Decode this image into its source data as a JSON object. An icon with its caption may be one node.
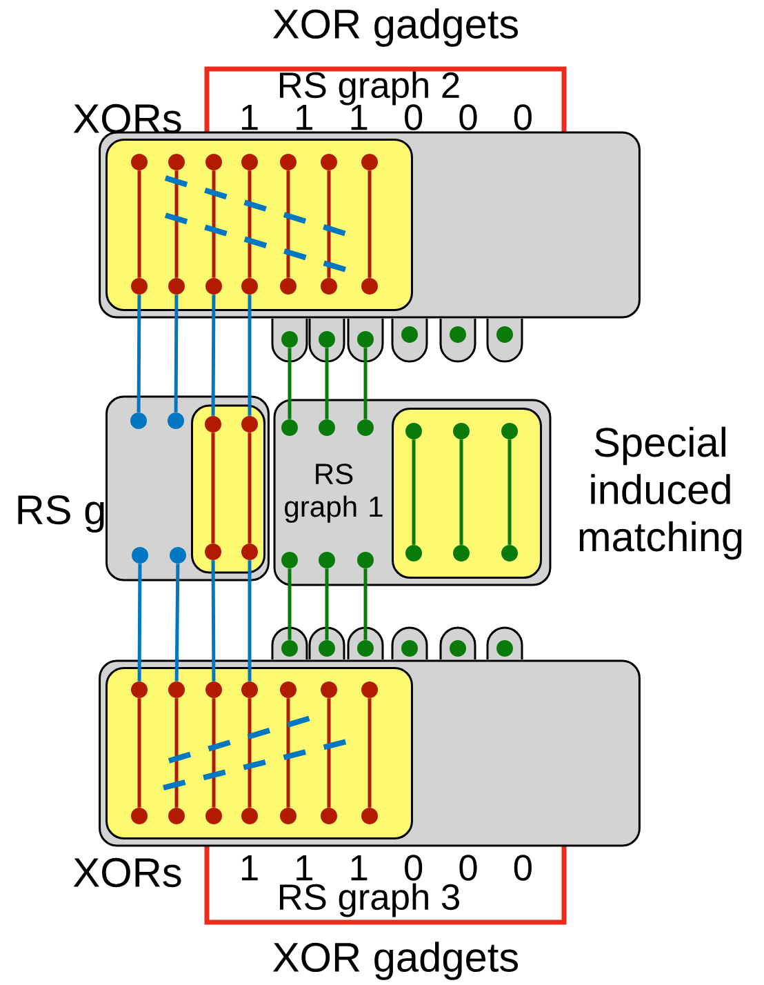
{
  "diagram": {
    "nodes": [
      {
        "text": [
          "XOR gadgets"
        ]
      },
      {
        "text": [],
        "shape": "box"
      },
      {
        "text": [],
        "shape": "box",
        "in": 1
      },
      {
        "text": [],
        "shape": "circle",
        "in": 2
      },
      {
        "text": [],
        "shape": "circle",
        "in": 2
      },
      {
        "text": [],
        "shape": "circle",
        "in": 2
      },
      {
        "text": [],
        "shape": "circle",
        "in": 2
      },
      {
        "text": [],
        "shape": "circle",
        "in": 2
      },
      {
        "text": [],
        "shape": "circle",
        "in": 2
      },
      {
        "text": [],
        "shape": "circle",
        "in": 2
      },
      {
        "text": [],
        "shape": "circle",
        "in": 2
      },
      {
        "text": [],
        "shape": "circle",
        "in": 2
      },
      {
        "text": [],
        "shape": "circle",
        "in": 2
      },
      {
        "text": [],
        "shape": "circle",
        "in": 2
      },
      {
        "text": [],
        "shape": "circle",
        "in": 2
      },
      {
        "text": [],
        "shape": "circle",
        "in": 2
      },
      {
        "text": [],
        "shape": "circle",
        "in": 2
      },
      {
        "text": [],
        "shape": "box"
      },
      {
        "text": [],
        "shape": "box"
      },
      {
        "text": [],
        "shape": "box"
      },
      {
        "text": [],
        "shape": "box"
      },
      {
        "text": [],
        "shape": "box"
      },
      {
        "text": [],
        "shape": "box"
      },
      {
        "text": [],
        "shape": "circle",
        "in": 17
      },
      {
        "text": [],
        "shape": "circle",
        "in": 18
      },
      {
        "text": [],
        "shape": "circle",
        "in": 19
      },
      {
        "text": [],
        "shape": "circle",
        "in": 20
      },
      {
        "text": [],
        "shape": "circle",
        "in": 21
      },
      {
        "text": [],
        "shape": "circle",
        "in": 22
      },
      {
        "text": [],
        "shape": "box"
      },
      {
        "text": [],
        "shape": "box"
      },
      {
        "text": [],
        "shape": "box",
        "in": 29
      },
      {
        "text": [],
        "shape": "circle",
        "in": 29
      },
      {
        "text": [],
        "shape": "circle",
        "in": 29
      },
      {
        "text": [],
        "shape": "circle",
        "in": 29
      },
      {
        "text": [],
        "shape": "circle",
        "in": 29
      },
      {
        "text": [],
        "shape": "circle",
        "in": 31
      },
      {
        "text": [],
        "shape": "circle",
        "in": 31
      },
      {
        "text": [],
        "shape": "circle",
        "in": 31
      },
      {
        "text": [],
        "shape": "circle",
        "in": 31
      },
      {
        "text": [],
        "shape": "circle",
        "in": 30
      },
      {
        "text": [],
        "shape": "circle",
        "in": 30
      },
      {
        "text": [],
        "shape": "circle",
        "in": 30
      },
      {
        "text": [],
        "shape": "circle",
        "in": 30
      },
      {
        "text": [],
        "shape": "circle",
        "in": 30
      },
      {
        "text": [],
        "shape": "circle",
        "in": 30
      },
      {
        "text": [],
        "shape": "box",
        "in": 30
      },
      {
        "text": [],
        "shape": "circle",
        "in": 46
      },
      {
        "text": [],
        "shape": "circle",
        "in": 46
      },
      {
        "text": [],
        "shape": "circle",
        "in": 46
      },
      {
        "text": [],
        "shape": "circle",
        "in": 46
      },
      {
        "text": [],
        "shape": "circle",
        "in": 46
      },
      {
        "text": [],
        "shape": "circle",
        "in": 46
      },
      {
        "text": [],
        "shape": "box"
      },
      {
        "text": [],
        "shape": "box"
      },
      {
        "text": [],
        "shape": "box"
      },
      {
        "text": [],
        "shape": "box"
      },
      {
        "text": [],
        "shape": "box"
      },
      {
        "text": [],
        "shape": "box"
      },
      {
        "text": [],
        "shape": "circle",
        "in": 53
      },
      {
        "text": [],
        "shape": "circle",
        "in": 54
      },
      {
        "text": [],
        "shape": "circle",
        "in": 55
      },
      {
        "text": [],
        "shape": "circle",
        "in": 56
      },
      {
        "text": [],
        "shape": "circle",
        "in": 57
      },
      {
        "text": [],
        "shape": "circle",
        "in": 58
      },
      {
        "text": [],
        "shape": "box"
      },
      {
        "text": [],
        "shape": "box",
        "in": 65
      },
      {
        "text": [],
        "shape": "circle",
        "in": 66
      },
      {
        "text": [],
        "shape": "circle",
        "in": 66
      },
      {
        "text": [],
        "shape": "circle",
        "in": 66
      },
      {
        "text": [],
        "shape": "circle",
        "in": 66
      },
      {
        "text": [],
        "shape": "circle",
        "in": 66
      },
      {
        "text": [],
        "shape": "circle",
        "in": 66
      },
      {
        "text": [],
        "shape": "circle",
        "in": 66
      },
      {
        "text": [],
        "shape": "circle",
        "in": 66
      },
      {
        "text": [],
        "shape": "circle",
        "in": 66
      },
      {
        "text": [],
        "shape": "circle",
        "in": 66
      },
      {
        "text": [],
        "shape": "circle",
        "in": 66
      },
      {
        "text": [],
        "shape": "circle",
        "in": 66
      },
      {
        "text": [],
        "shape": "circle",
        "in": 66
      },
      {
        "text": [],
        "shape": "circle",
        "in": 66
      },
      {
        "text": [
          "XOR gadgets"
        ]
      }
    ],
    "edges": [
      {
        "from": 3,
        "to": 10,
        "arrow": "none"
      },
      {
        "from": 4,
        "to": 11,
        "arrow": "none"
      },
      {
        "from": 5,
        "to": 12,
        "arrow": "none"
      },
      {
        "from": 6,
        "to": 13,
        "arrow": "none"
      },
      {
        "from": 7,
        "to": 14,
        "arrow": "none"
      },
      {
        "from": 8,
        "to": 15,
        "arrow": "none"
      },
      {
        "from": 9,
        "to": 16,
        "arrow": "none"
      },
      {
        "from": 10,
        "to": 32,
        "arrow": "none",
        "color": "#0077c0"
      },
      {
        "from": 11,
        "to": 33,
        "arrow": "none",
        "color": "#0077c0"
      },
      {
        "from": 12,
        "to": 36,
        "arrow": "none",
        "color": "#0077c0"
      },
      {
        "from": 13,
        "to": 37,
        "arrow": "none",
        "color": "#0077c0"
      },
      {
        "from": 23,
        "to": 40,
        "arrow": "none",
        "color": "#0a7a0a"
      },
      {
        "from": 24,
        "to": 41,
        "arrow": "none",
        "color": "#0a7a0a"
      },
      {
        "from": 25,
        "to": 42,
        "arrow": "none",
        "color": "#0a7a0a"
      },
      {
        "from": 36,
        "to": 38,
        "arrow": "none"
      },
      {
        "from": 37,
        "to": 39,
        "arrow": "none"
      },
      {
        "from": 47,
        "to": 50,
        "arrow": "none",
        "color": "#0a7a0a"
      },
      {
        "from": 48,
        "to": 51,
        "arrow": "none",
        "color": "#0a7a0a"
      },
      {
        "from": 49,
        "to": 52,
        "arrow": "none",
        "color": "#0a7a0a"
      },
      {
        "from": 43,
        "to": 59,
        "arrow": "none",
        "color": "#0a7a0a"
      },
      {
        "from": 44,
        "to": 60,
        "arrow": "none",
        "color": "#0a7a0a"
      },
      {
        "from": 45,
        "to": 61,
        "arrow": "none",
        "color": "#0a7a0a"
      },
      {
        "from": 34,
        "to": 67,
        "arrow": "none",
        "color": "#0077c0"
      },
      {
        "from": 35,
        "to": 68,
        "arrow": "none",
        "color": "#0077c0"
      },
      {
        "from": 38,
        "to": 69,
        "arrow": "none",
        "color": "#0077c0"
      },
      {
        "from": 39,
        "to": 70,
        "arrow": "none",
        "color": "#0077c0"
      },
      {
        "from": 67,
        "to": 74,
        "arrow": "none"
      },
      {
        "from": 68,
        "to": 75,
        "arrow": "none"
      },
      {
        "from": 69,
        "to": 76,
        "arrow": "none"
      },
      {
        "from": 70,
        "to": 77,
        "arrow": "none"
      },
      {
        "from": 71,
        "to": 78,
        "arrow": "none"
      },
      {
        "from": 72,
        "to": 79,
        "arrow": "none"
      },
      {
        "from": 73,
        "to": 80,
        "arrow": "none"
      }
    ],
    "labels": [
      "XORs",
      "RS graph 2",
      "1 1 1 0 0 0",
      "RS g",
      "RS graph 1",
      "Special induced matching",
      "XORs",
      "1 1 1 0 0 0",
      "RS graph 3"
    ]
  }
}
